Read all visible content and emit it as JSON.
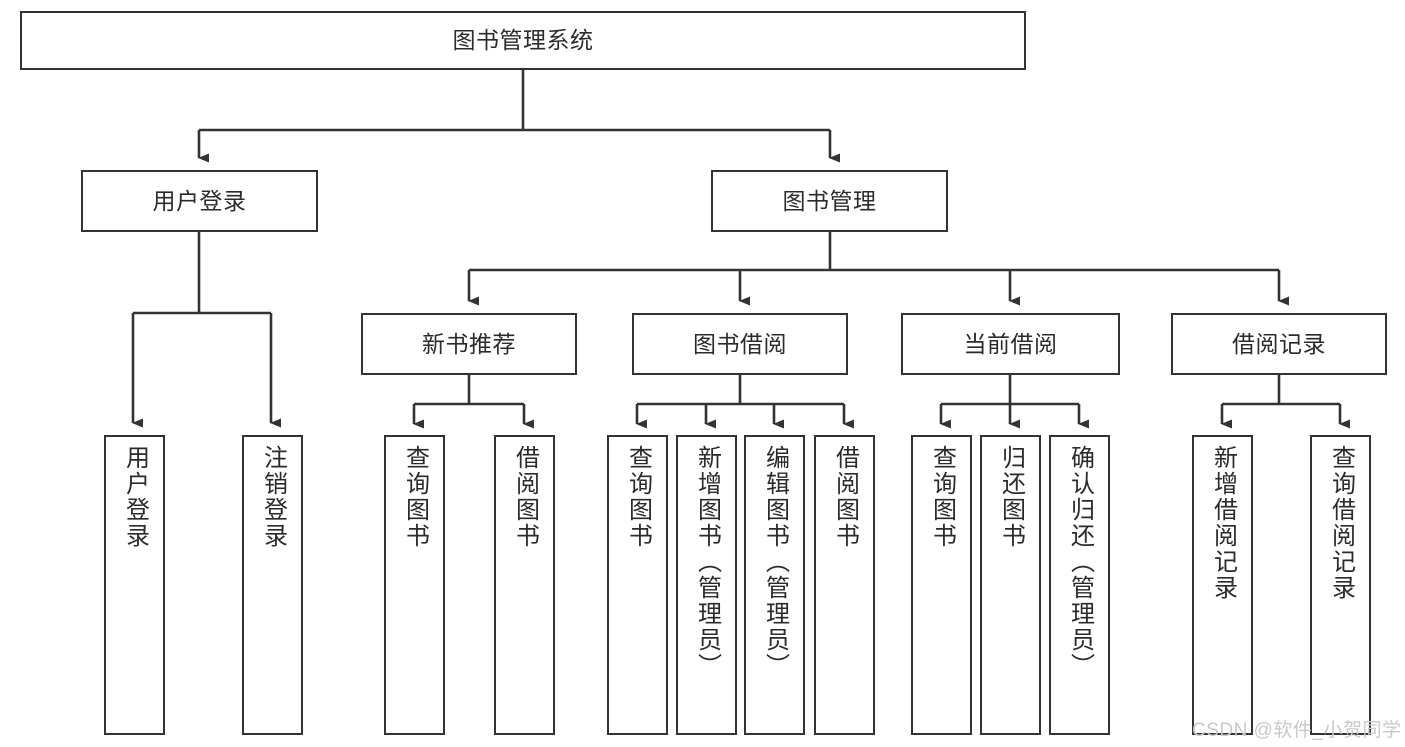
{
  "diagram": {
    "title_node": {
      "label": "图书管理系统"
    },
    "level2": [
      {
        "id": "user-login",
        "label": "用户登录"
      },
      {
        "id": "book-manage",
        "label": "图书管理"
      }
    ],
    "level3": [
      {
        "id": "new-book-recommend",
        "label": "新书推荐"
      },
      {
        "id": "book-borrow",
        "label": "图书借阅"
      },
      {
        "id": "current-borrow",
        "label": "当前借阅"
      },
      {
        "id": "borrow-record",
        "label": "借阅记录"
      }
    ],
    "leaves": {
      "user_login": [
        {
          "id": "leaf-user-login",
          "label": "用户登录"
        },
        {
          "id": "leaf-logout-login",
          "label": "注销登录"
        }
      ],
      "new_book_recommend": [
        {
          "id": "leaf-query-book-1",
          "label": "查询图书"
        },
        {
          "id": "leaf-borrow-book-1",
          "label": "借阅图书"
        }
      ],
      "book_borrow": [
        {
          "id": "leaf-query-book-2",
          "label": "查询图书"
        },
        {
          "id": "leaf-add-book",
          "label": "新增图书（管理员）"
        },
        {
          "id": "leaf-edit-book",
          "label": "编辑图书（管理员）"
        },
        {
          "id": "leaf-borrow-book-2",
          "label": "借阅图书"
        }
      ],
      "current_borrow": [
        {
          "id": "leaf-query-book-3",
          "label": "查询图书"
        },
        {
          "id": "leaf-return-book",
          "label": "归还图书"
        },
        {
          "id": "leaf-confirm-return",
          "label": "确认归还（管理员）"
        }
      ],
      "borrow_record": [
        {
          "id": "leaf-add-record",
          "label": "新增借阅记录"
        },
        {
          "id": "leaf-query-record",
          "label": "查询借阅记录"
        }
      ]
    },
    "watermark": {
      "text": "CSDN @软件_小贺同学"
    },
    "colors": {
      "stroke": "#333333",
      "text": "#2b2b2b",
      "background": "#ffffff",
      "watermark": "#c9c9c9"
    }
  }
}
